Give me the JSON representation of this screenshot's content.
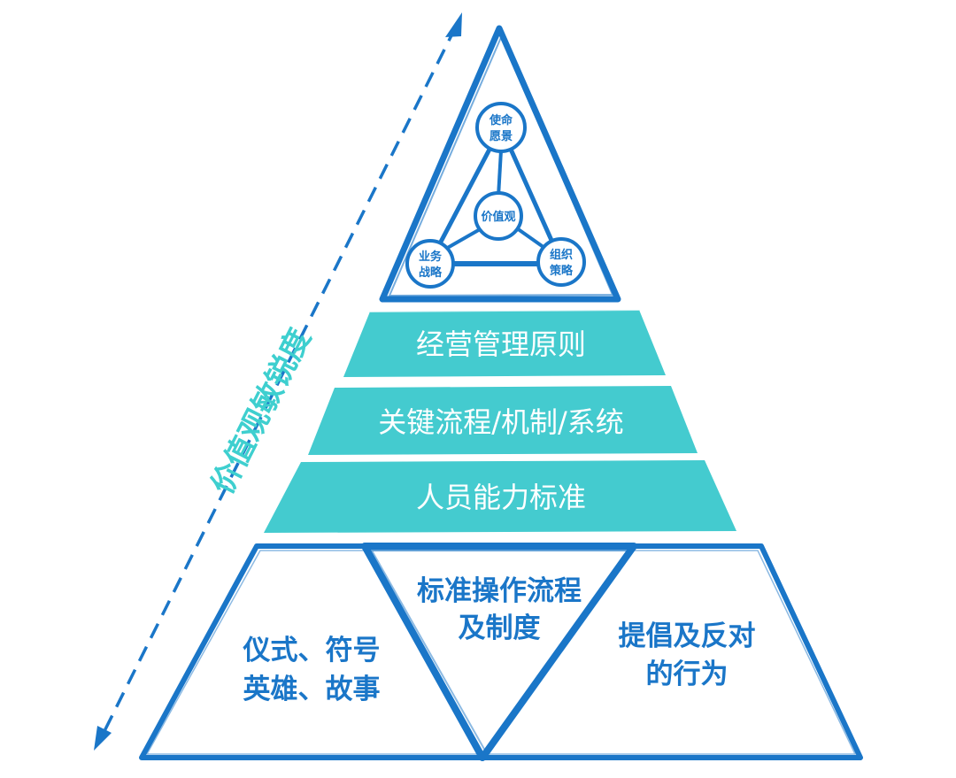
{
  "colors": {
    "blue": "#1a76c8",
    "teal": "#44cbcf",
    "axis_teal": "#3ecfcf"
  },
  "axis": {
    "label": "价值观敏锐度"
  },
  "top": {
    "circles": {
      "mission": [
        "使命",
        "愿景"
      ],
      "values": [
        "价值观"
      ],
      "business": [
        "业务",
        "战略"
      ],
      "org": [
        "组织",
        "策略"
      ]
    }
  },
  "bands": [
    "经营管理原则",
    "关键流程/机制/系统",
    "人员能力标准"
  ],
  "bottom": {
    "left": [
      "仪式、符号",
      "英雄、故事"
    ],
    "middle": [
      "标准操作流程",
      "及制度"
    ],
    "right": [
      "提倡及反对",
      "的行为"
    ]
  }
}
